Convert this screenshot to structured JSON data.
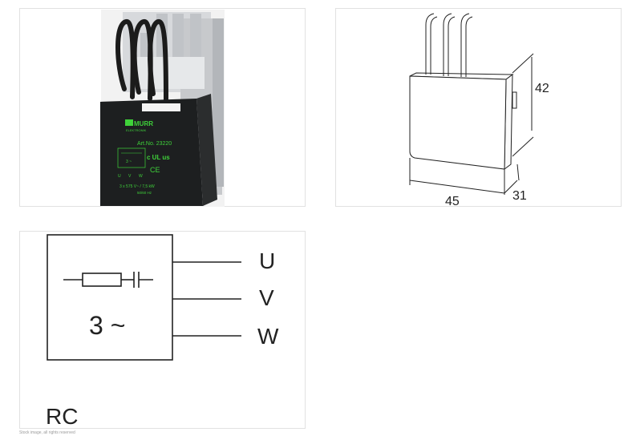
{
  "product_photo": {
    "brand": "MURR",
    "brand_sub": "ELEKTRONIK",
    "art_no": "Art.No. 23220",
    "symbol_text": "3 ~",
    "phases": [
      "U",
      "V",
      "W"
    ],
    "rating": "3 x 575 V~ / 7,5 kW",
    "frequency": "50/60 Hz",
    "mark_ul": "c UL us",
    "mark_ce": "CE",
    "label_color": "#3fd23a"
  },
  "dimension_drawing": {
    "height": "42",
    "width": "45",
    "depth": "31"
  },
  "schematic": {
    "phase_text": "3 ~",
    "terminals": [
      "U",
      "V",
      "W"
    ],
    "type_label": "RC"
  },
  "footnote": "Stock image, all rights reserved"
}
